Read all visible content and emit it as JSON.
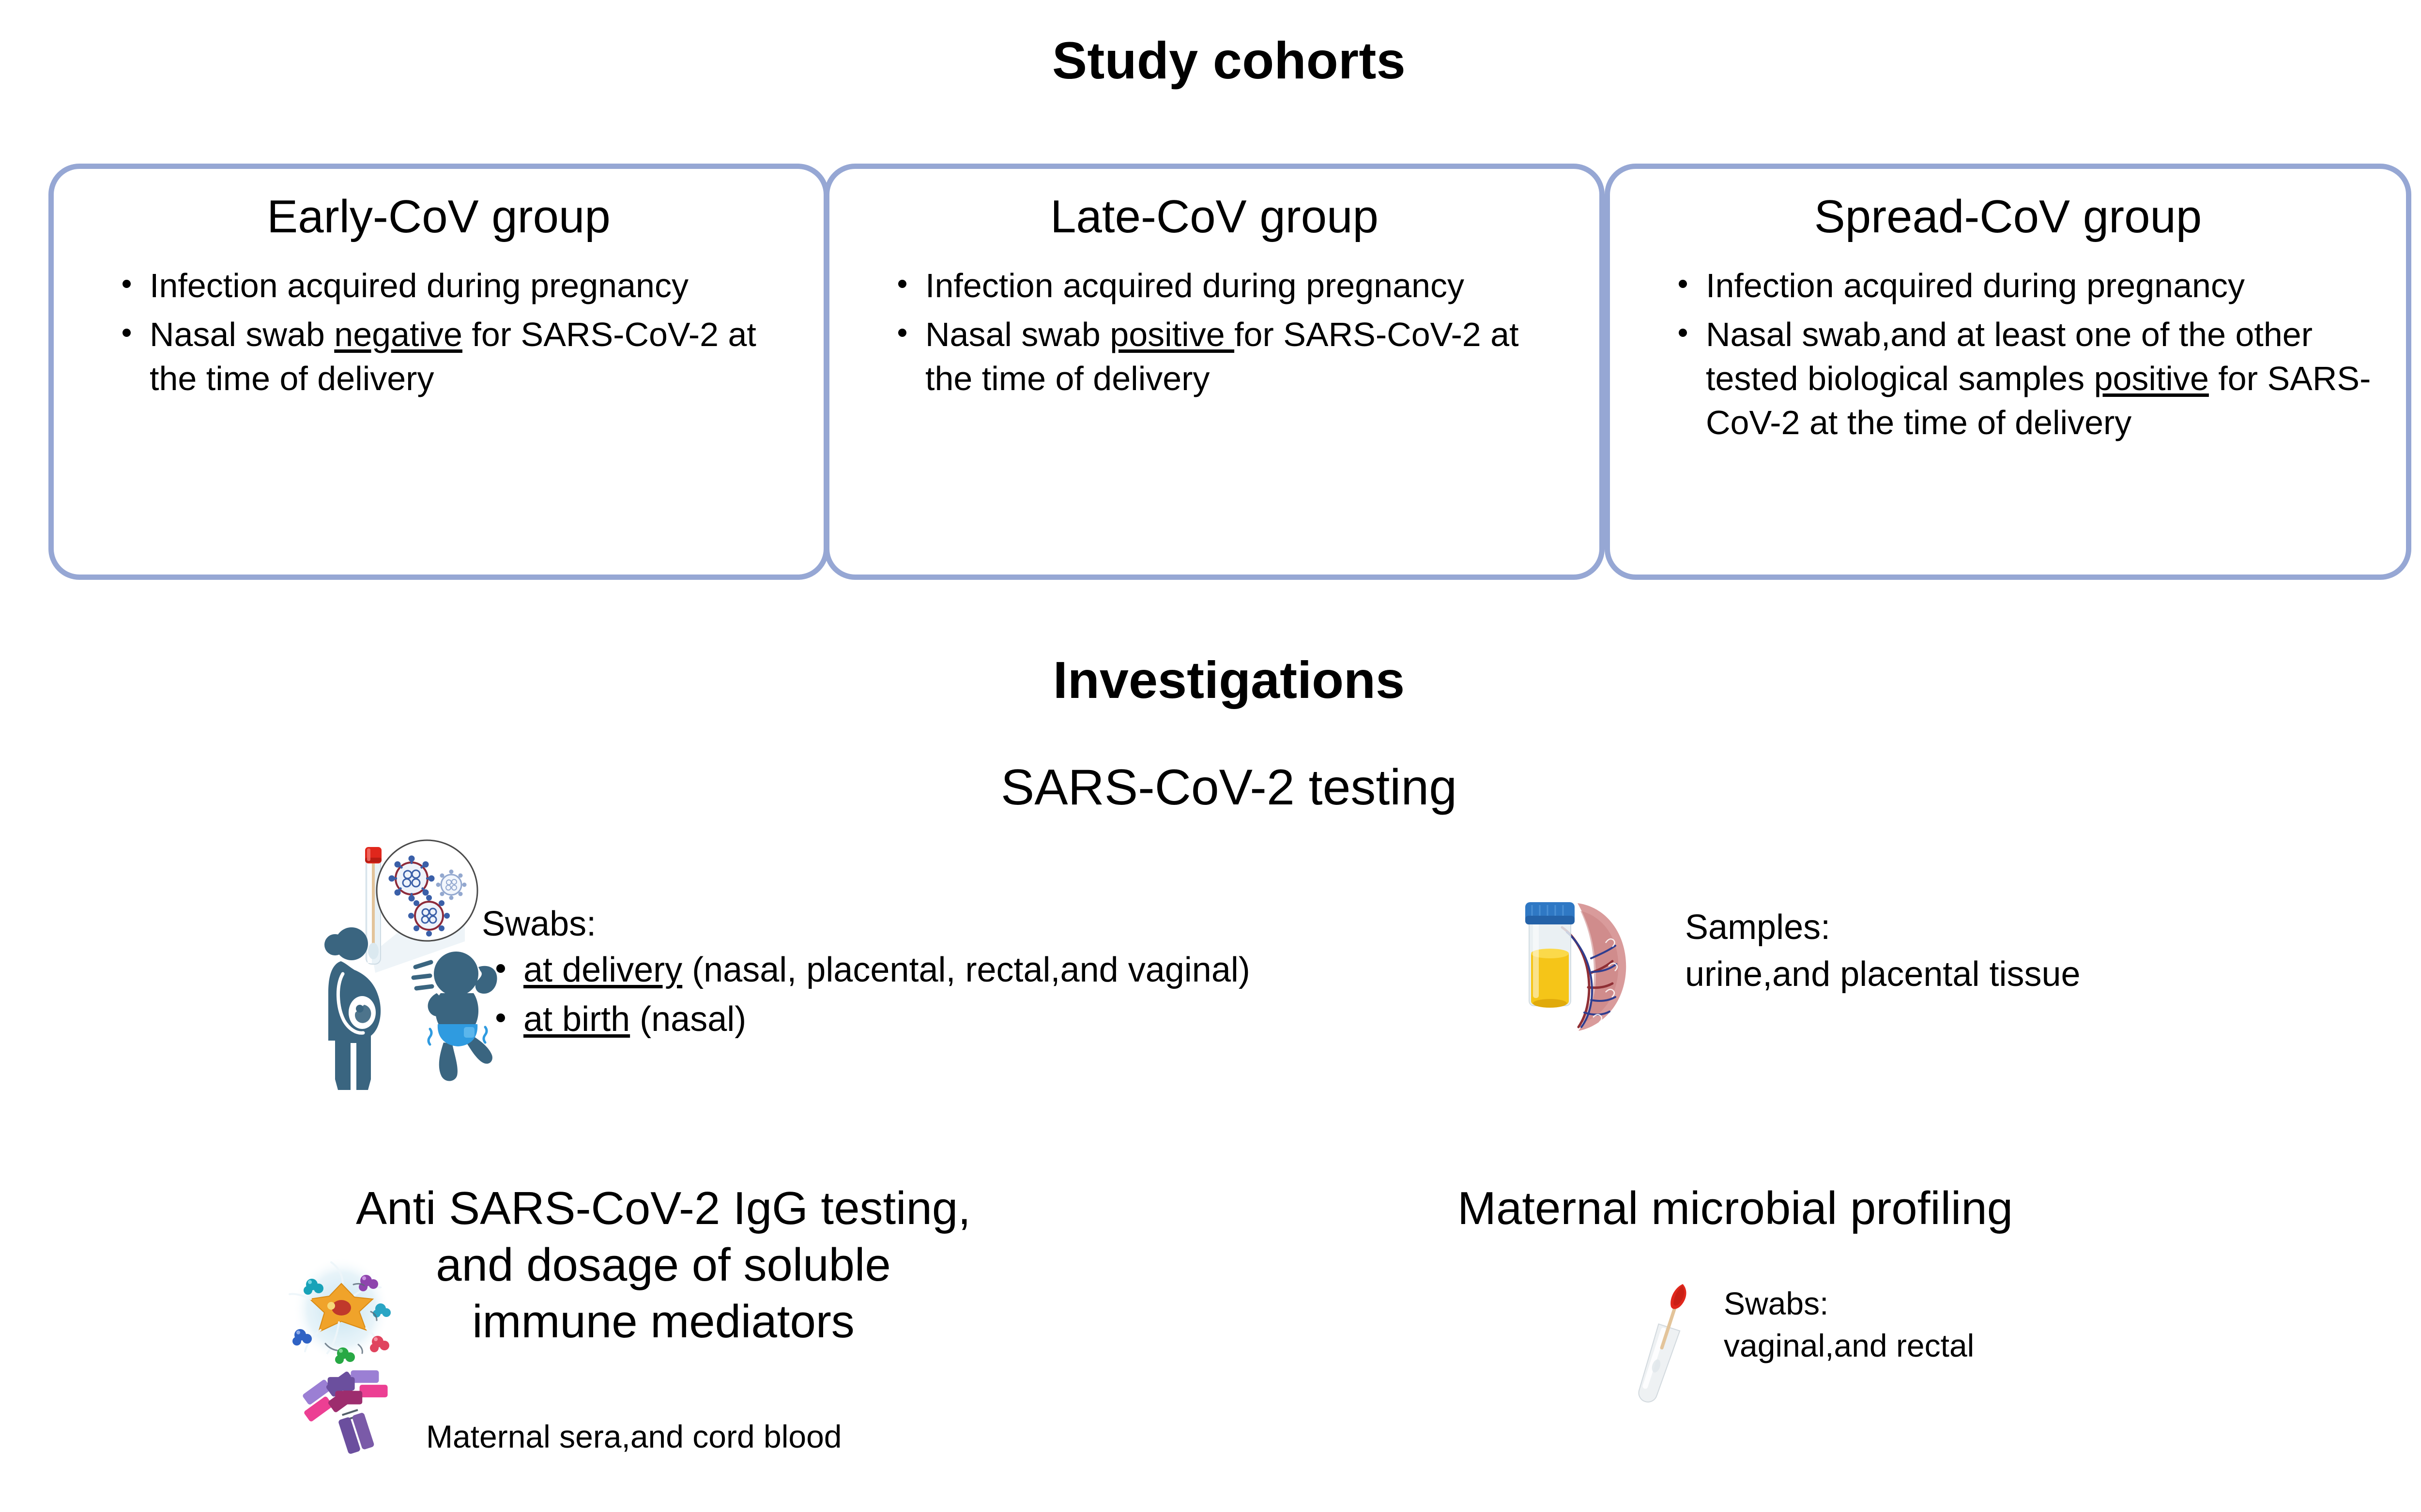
{
  "figure": {
    "study_title": "Study cohorts",
    "investigations_title": "Investigations"
  },
  "colors": {
    "box_border": "#96a7d4",
    "silhouette_teal": "#3a6580",
    "baby_diaper_blue": "#2f9be0",
    "virus_blue": "#3a5fa8",
    "virus_dark_red": "#8e2b3a",
    "swab_cap_red": "#e0271c",
    "urine_cap_blue": "#2f78c4",
    "urine_yellow": "#f5c518",
    "placenta_pink": "#d99b9b",
    "placenta_vessel_red": "#8f2f35",
    "placenta_vessel_blue": "#2f3d8f",
    "cytokine_cell_orange": "#f0a32a",
    "antibody_purple": "#7a5aa8",
    "antibody_magenta": "#c0277a",
    "antibody_pink": "#ec3f93",
    "text_black": "#000000",
    "background": "#ffffff"
  },
  "cohorts": [
    {
      "id": "early-cov",
      "title": "Early-CoV group",
      "bullets": [
        [
          {
            "t": "Infection acquired during pregnancy",
            "u": false
          }
        ],
        [
          {
            "t": "Nasal swab ",
            "u": false
          },
          {
            "t": "negative",
            "u": true
          },
          {
            "t": " for SARS-CoV-2 at the time of delivery",
            "u": false
          }
        ]
      ]
    },
    {
      "id": "late-cov",
      "title": "Late-CoV group",
      "bullets": [
        [
          {
            "t": "Infection acquired during pregnancy",
            "u": false
          }
        ],
        [
          {
            "t": "Nasal swab ",
            "u": false
          },
          {
            "t": "positive ",
            "u": true
          },
          {
            "t": "for SARS-CoV-2 at the time of delivery",
            "u": false
          }
        ]
      ]
    },
    {
      "id": "spread-cov",
      "title": "Spread-CoV group",
      "bullets": [
        [
          {
            "t": "Infection acquired during pregnancy",
            "u": false
          }
        ],
        [
          {
            "t": "Nasal swab,and at least one of the other tested biological samples ",
            "u": false
          },
          {
            "t": "positive",
            "u": true
          },
          {
            "t": " for SARS-CoV-2 at the time of delivery",
            "u": false
          }
        ]
      ]
    }
  ],
  "investigations": {
    "sars_testing": {
      "heading": "SARS-CoV-2 testing",
      "left": {
        "label": "Swabs:",
        "items": [
          [
            {
              "t": "at delivery",
              "u": true
            },
            {
              "t": " (nasal, placental, rectal,and vaginal)",
              "u": false
            }
          ],
          [
            {
              "t": "at birth",
              "u": true
            },
            {
              "t": " (nasal)",
              "u": false
            }
          ]
        ],
        "icons": [
          "swab-magnifier-icon",
          "pregnant-woman-icon",
          "baby-icon"
        ]
      },
      "right": {
        "label": "Samples:",
        "detail": "urine,and placental tissue",
        "icons": [
          "urine-cup-icon",
          "placenta-icon"
        ]
      }
    },
    "igg": {
      "heading_lines": [
        "Anti SARS-CoV-2 IgG testing,",
        "and dosage of soluble",
        "immune mediators"
      ],
      "subtitle": "Maternal sera,and cord blood",
      "icons": [
        "cytokine-cell-icon",
        "antibody-icon"
      ]
    },
    "microbial": {
      "heading": "Maternal microbial profiling",
      "label": "Swabs:",
      "detail": "vaginal,and rectal",
      "icons": [
        "microbial-swab-icon"
      ]
    }
  }
}
